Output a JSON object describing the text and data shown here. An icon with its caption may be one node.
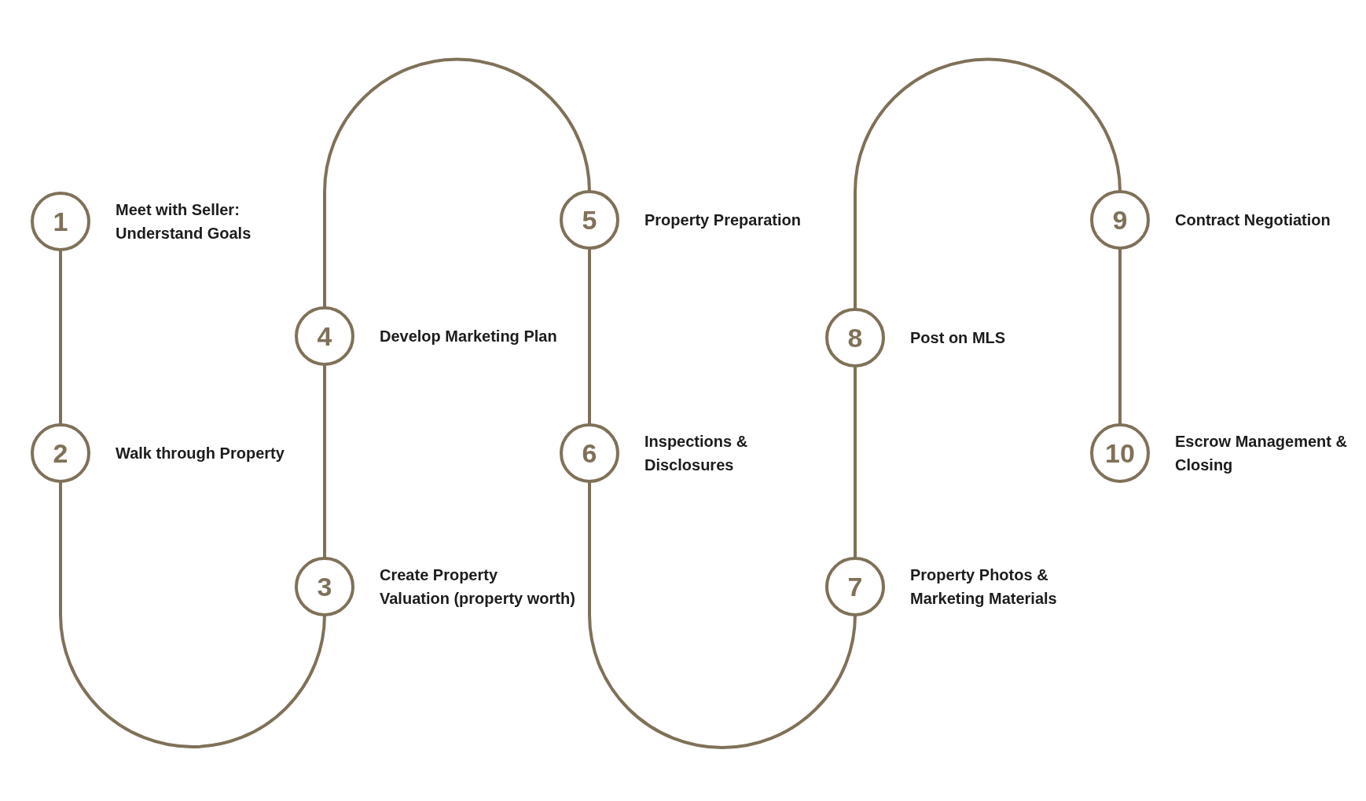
{
  "diagram": {
    "nodes": [
      {
        "text": [
          "1"
        ],
        "beside": [
          "Meet with Seller: Understand Goals"
        ]
      },
      {
        "text": [
          "2"
        ],
        "beside": [
          "Walk through Property"
        ]
      },
      {
        "text": [
          "3"
        ],
        "beside": [
          "Create Property Valuation (property worth)"
        ]
      },
      {
        "text": [
          "4"
        ],
        "beside": [
          "Develop Marketing Plan"
        ]
      },
      {
        "text": [
          "5"
        ],
        "beside": [
          "Property Preparation"
        ]
      },
      {
        "text": [
          "6"
        ],
        "beside": [
          "Inspections & Disclosures"
        ]
      },
      {
        "text": [
          "7"
        ],
        "beside": [
          "Property Photos & Marketing Materials"
        ]
      },
      {
        "text": [
          "8"
        ],
        "beside": [
          "Post on MLS"
        ]
      },
      {
        "text": [
          "9"
        ],
        "beside": [
          "Contract Negotiation"
        ]
      },
      {
        "text": [
          "10"
        ],
        "beside": [
          "Escrow Management & Closing"
        ]
      }
    ],
    "edges": [
      {
        "from": 0,
        "to": 1,
        "arrow": "none"
      },
      {
        "from": 1,
        "to": 2,
        "arrow": "none"
      },
      {
        "from": 2,
        "to": 3,
        "arrow": "none"
      },
      {
        "from": 3,
        "to": 4,
        "arrow": "none"
      },
      {
        "from": 4,
        "to": 5,
        "arrow": "none"
      },
      {
        "from": 5,
        "to": 6,
        "arrow": "none"
      },
      {
        "from": 6,
        "to": 7,
        "arrow": "none"
      },
      {
        "from": 7,
        "to": 8,
        "arrow": "none"
      },
      {
        "from": 8,
        "to": 9,
        "arrow": "none"
      }
    ]
  }
}
